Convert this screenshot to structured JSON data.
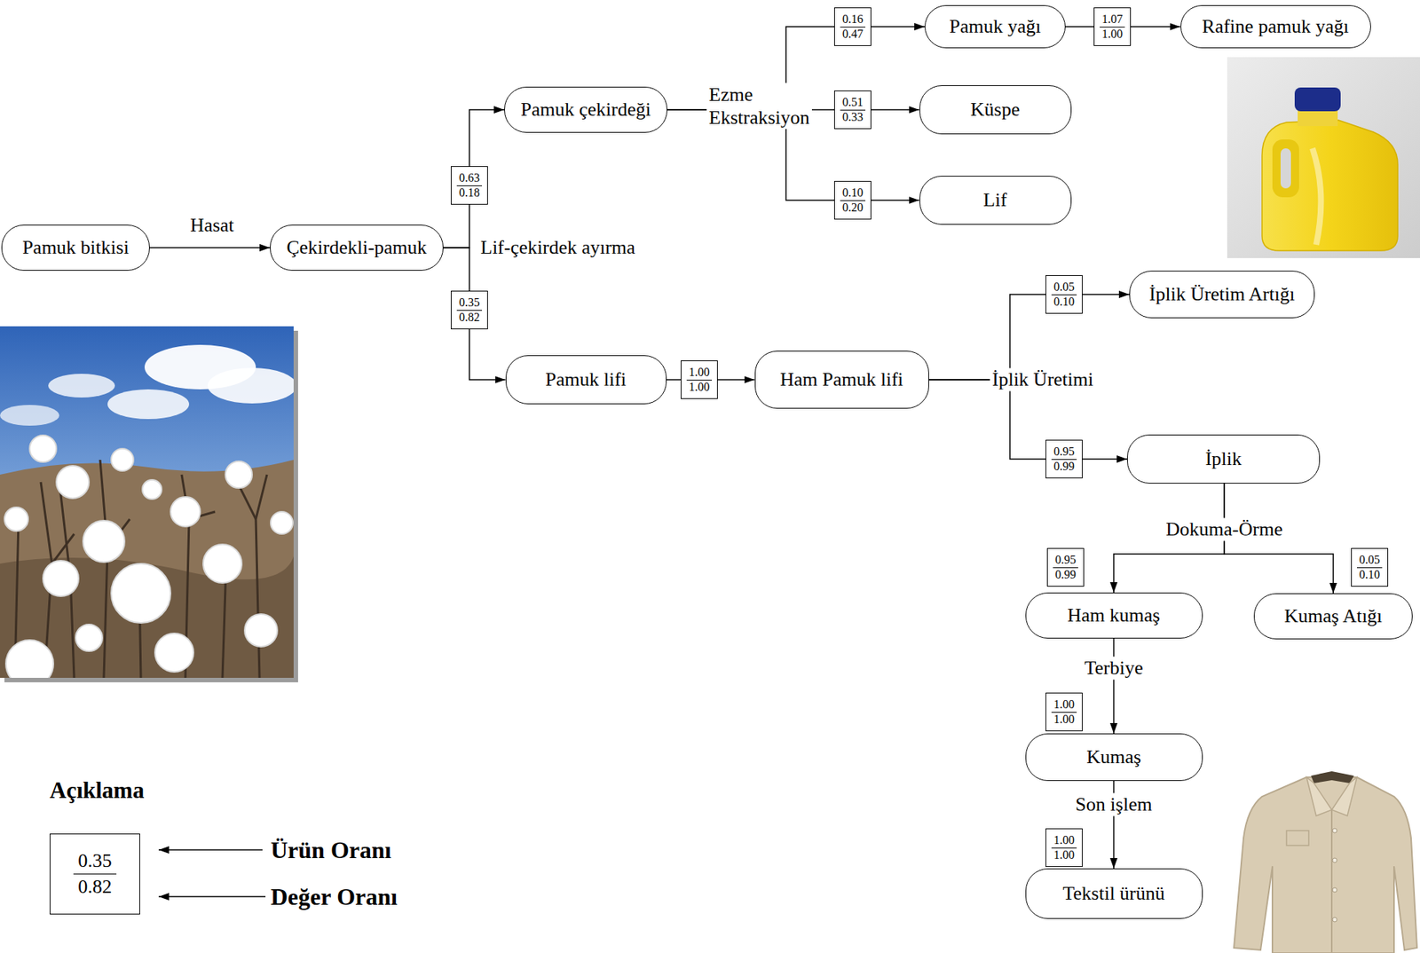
{
  "diagram": {
    "nodes": [
      {
        "text": [
          "Pamuk bitkisi"
        ]
      },
      {
        "text": [
          "Çekirdekli-pamuk"
        ]
      },
      {
        "text": [
          "0.63",
          "0.18"
        ]
      },
      {
        "text": [
          "Pamuk çekirdeği"
        ]
      },
      {
        "text": [
          "0.16",
          "0.47"
        ]
      },
      {
        "text": [
          "Pamuk yağı"
        ]
      },
      {
        "text": [
          "1.07",
          "1.00"
        ]
      },
      {
        "text": [
          "Rafine pamuk yağı"
        ]
      },
      {
        "text": [
          "0.51",
          "0.33"
        ]
      },
      {
        "text": [
          "Küspe"
        ]
      },
      {
        "text": [
          "0.10",
          "0.20"
        ]
      },
      {
        "text": [
          "Lif"
        ]
      },
      {
        "text": [
          "0.35",
          "0.82"
        ]
      },
      {
        "text": [
          "Pamuk lifi"
        ]
      },
      {
        "text": [
          "1.00",
          "1.00"
        ]
      },
      {
        "text": [
          "Ham Pamuk lifi"
        ]
      },
      {
        "text": [
          "0.05",
          "0.10"
        ]
      },
      {
        "text": [
          "İplik Üretim Artığı"
        ]
      },
      {
        "text": [
          "0.95",
          "0.99"
        ]
      },
      {
        "text": [
          "İplik"
        ]
      },
      {
        "text": [
          "0.95",
          "0.99"
        ]
      },
      {
        "text": [
          "Ham kumaş"
        ]
      },
      {
        "text": [
          "0.05",
          "0.10"
        ]
      },
      {
        "text": [
          "Kumaş Atığı"
        ]
      },
      {
        "text": [
          "1.00",
          "1.00"
        ]
      },
      {
        "text": [
          "Kumaş"
        ]
      },
      {
        "text": [
          "1.00",
          "1.00"
        ]
      },
      {
        "text": [
          "Tekstil ürünü"
        ]
      },
      {
        "text": [
          "0.35",
          "0.82"
        ]
      }
    ],
    "edges": [
      {
        "from": 0,
        "to": 1,
        "arrow": "to",
        "label": "Hasat"
      },
      {
        "from": 1,
        "to": 2,
        "arrow": "none"
      },
      {
        "from": 2,
        "to": 3,
        "arrow": "to"
      },
      {
        "from": 1,
        "to": 12,
        "arrow": "none"
      },
      {
        "from": 12,
        "to": 13,
        "arrow": "to"
      },
      {
        "from": 3,
        "to": 4,
        "arrow": "none"
      },
      {
        "from": 4,
        "to": 5,
        "arrow": "to"
      },
      {
        "from": 5,
        "to": 6,
        "arrow": "none"
      },
      {
        "from": 6,
        "to": 7,
        "arrow": "to"
      },
      {
        "from": 3,
        "to": 8,
        "arrow": "none"
      },
      {
        "from": 8,
        "to": 9,
        "arrow": "to"
      },
      {
        "from": 3,
        "to": 10,
        "arrow": "none"
      },
      {
        "from": 10,
        "to": 11,
        "arrow": "to"
      },
      {
        "from": 13,
        "to": 14,
        "arrow": "none"
      },
      {
        "from": 14,
        "to": 15,
        "arrow": "to"
      },
      {
        "from": 15,
        "to": 16,
        "arrow": "none"
      },
      {
        "from": 16,
        "to": 17,
        "arrow": "to"
      },
      {
        "from": 15,
        "to": 18,
        "arrow": "none"
      },
      {
        "from": 18,
        "to": 19,
        "arrow": "to"
      },
      {
        "from": 19,
        "to": 21,
        "arrow": "to"
      },
      {
        "from": 19,
        "to": 23,
        "arrow": "to"
      },
      {
        "from": 21,
        "to": 25,
        "arrow": "to"
      },
      {
        "from": 25,
        "to": 27,
        "arrow": "to"
      }
    ],
    "labels": [
      "Lif-çekirdek ayırma",
      "Ezme Ekstraksiyon",
      "İplik Üretimi",
      "Dokuma-Örme",
      "Terbiye",
      "Son işlem",
      "Açıklama"
    ],
    "legend": [
      {
        "text": "Ürün Oranı"
      },
      {
        "text": "Değer Oranı"
      }
    ]
  }
}
